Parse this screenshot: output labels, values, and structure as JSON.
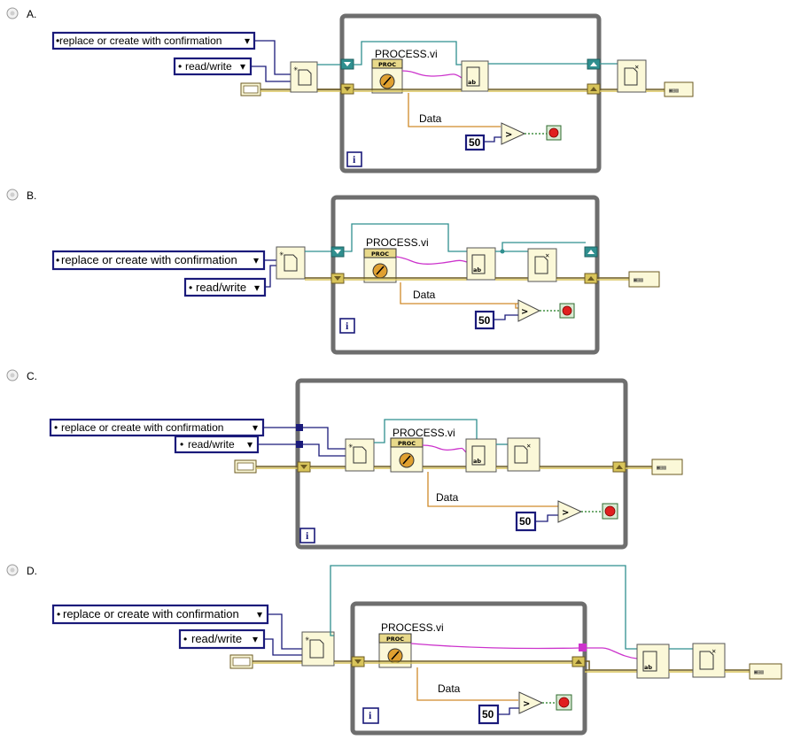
{
  "options": [
    {
      "letter": "A.",
      "mode_label": "replace or create with confirmation",
      "access_label": "read/write",
      "vi_name": "PROCESS.vi",
      "proc_header": "PROC",
      "data_label": "Data",
      "constant": "50",
      "iteration_terminal": "i"
    },
    {
      "letter": "B.",
      "mode_label": "replace or create with confirmation",
      "access_label": "read/write",
      "vi_name": "PROCESS.vi",
      "proc_header": "PROC",
      "data_label": "Data",
      "constant": "50",
      "iteration_terminal": "i"
    },
    {
      "letter": "C.",
      "mode_label": "replace or create with confirmation",
      "access_label": "read/write",
      "vi_name": "PROCESS.vi",
      "proc_header": "PROC",
      "data_label": "Data",
      "constant": "50",
      "iteration_terminal": "i"
    },
    {
      "letter": "D.",
      "mode_label": "replace or create with confirmation",
      "access_label": "read/write",
      "vi_name": "PROCESS.vi",
      "proc_header": "PROC",
      "data_label": "Data",
      "constant": "50",
      "iteration_terminal": "i"
    }
  ],
  "node_icons": {
    "open": "open-file-icon",
    "write": "write-text-file-icon",
    "close": "close-file-icon",
    "compare": "greater-than-icon",
    "stop": "stop-terminal-icon",
    "error_in": "error-cluster-constant-icon",
    "error_out": "error-cluster-indicator-icon"
  },
  "compare_symbol": ">",
  "error_cluster_text": "▣▤▥",
  "colors": {
    "loop_border": "#6e6e6e",
    "enum_wire": "#1a1a7a",
    "refnum_wire": "#2f8f8f",
    "string_wire": "#cc33cc",
    "data_wire": "#d08a2a",
    "error_wire": "#d8c45a",
    "boolean_wire": "#1f7a1f"
  }
}
